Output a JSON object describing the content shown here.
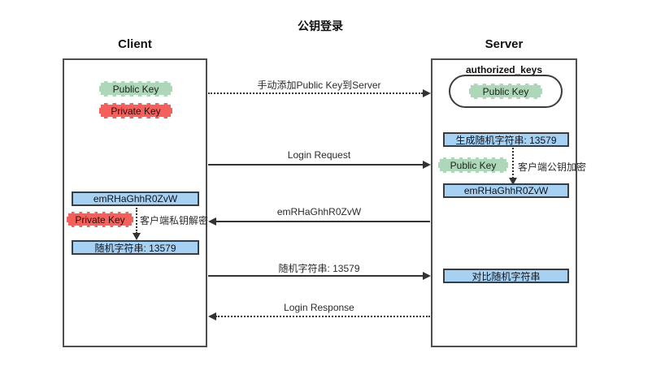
{
  "title": "公钥登录",
  "client": {
    "label": "Client",
    "public_key_badge": "Public Key",
    "private_key_badge": "Private Key",
    "encrypted_string_box": "emRHaGhhR0ZvW",
    "private_key_badge2": "Private Key",
    "decrypt_note": "客户端私钥解密",
    "random_string_box": "随机字符串: 13579"
  },
  "server": {
    "label": "Server",
    "authorized_keys_label": "authorized_keys",
    "public_key_badge": "Public Key",
    "generate_random_box": "生成随机字符串: 13579",
    "public_key_badge2": "Public Key",
    "encrypt_note": "客户端公钥加密",
    "encrypted_string_box": "emRHaGhhR0ZvW",
    "compare_box": "对比随机字符串"
  },
  "messages": [
    {
      "label": "手动添加Public Key到Server",
      "style": "dotted",
      "direction": "right"
    },
    {
      "label": "Login Request",
      "style": "solid",
      "direction": "right"
    },
    {
      "label": "emRHaGhhR0ZvW",
      "style": "solid",
      "direction": "left"
    },
    {
      "label": "随机字符串: 13579",
      "style": "solid",
      "direction": "right"
    },
    {
      "label": "Login Response",
      "style": "dotted",
      "direction": "left"
    }
  ],
  "colors": {
    "blue_fill": "#a7d1f2",
    "green_fill": "#aed6b8",
    "red_fill": "#f4615c",
    "line": "#333333",
    "box_border": "#4f4f4f"
  }
}
